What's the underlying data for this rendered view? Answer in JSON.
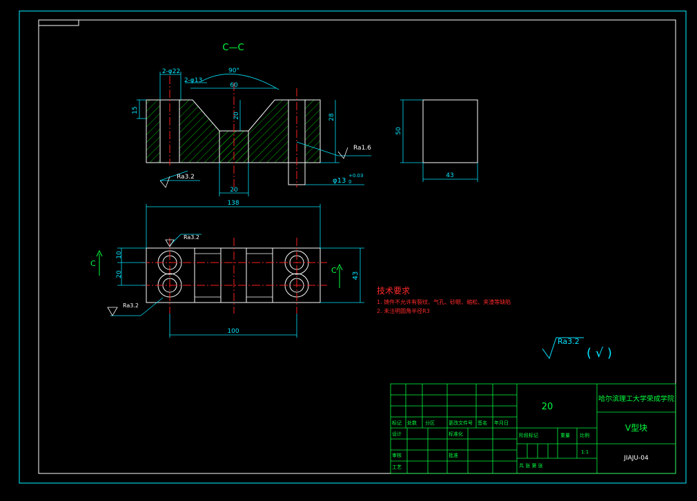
{
  "colors": {
    "background": "#000000",
    "frame": "#00cfe0",
    "inner_frame": "#ffffff",
    "outline": "#ffffff",
    "dimension": "#00e5ff",
    "center_line": "#ff2020",
    "hatch": "#00c000",
    "section_label": "#00ff40",
    "notes": "#ff2a2a",
    "title_block": "#00ff40",
    "title_text": "#ffffff"
  },
  "drawing": {
    "section_label": "C—C",
    "angle_label": "90°",
    "dims": {
      "holes_large": "2-φ22",
      "holes_small": "2-φ13",
      "v_width": "60",
      "v_depth": "20",
      "left_height": "15",
      "total_height": "28",
      "slot_width": "20",
      "roughness_top": "Ra1.6",
      "roughness_left": "Ra3.2",
      "bore_dim": "φ13",
      "bore_tol_upper": "+0.03",
      "bore_tol_lower": "0",
      "overall_length": "138",
      "hole_spacing": "100",
      "pitch_a": "10",
      "pitch_b": "20",
      "overall_width": "43",
      "plan_roughness": "Ra3.2",
      "plan_roughness_left": "Ra3.2",
      "side_height": "50",
      "side_width": "43",
      "section_marker": "C"
    },
    "notes": {
      "title": "技术要求",
      "line1": "1. 铸件不允许有裂纹、气孔、砂眼、缩松、夹渣等缺陷",
      "line2": "2. 未注明圆角半径R3"
    },
    "surface_finish": {
      "value": "Ra3.2",
      "symbol": "( √ )"
    }
  },
  "title_block": {
    "school": "哈尔滨理工大学荣成学院",
    "part_name": "V型块",
    "drawing_no": "JIAJU-04",
    "scale_value": "20",
    "labels": {
      "mark": "标记",
      "count": "处数",
      "zone": "分区",
      "change_doc": "更改文件号",
      "signature": "签名",
      "date": "年月日",
      "design": "设计",
      "standard": "标准化",
      "stage_mark": "阶段标记",
      "weight": "重量",
      "ratio": "比例",
      "check": "审核",
      "process": "工艺",
      "approve": "批准",
      "sheets": "共  张  第  张",
      "ratio_value": "1:1"
    }
  }
}
